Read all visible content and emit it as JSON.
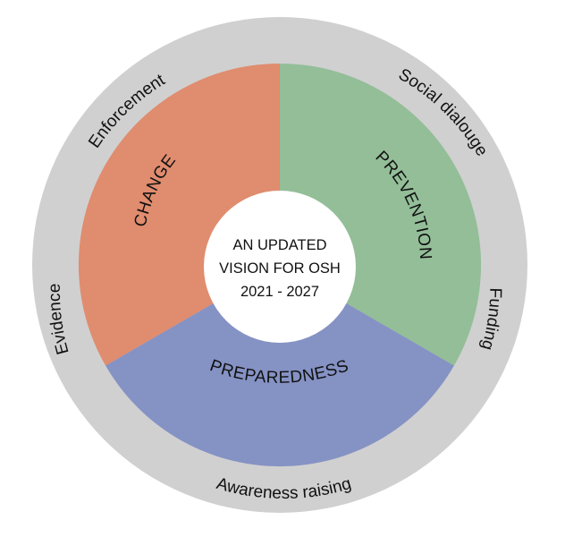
{
  "center": {
    "lines": [
      "AN UPDATED",
      "VISION FOR OSH",
      "2021 - 2027"
    ]
  },
  "segments": [
    {
      "label": "CHANGE",
      "color": "#E08C6E"
    },
    {
      "label": "PREVENTION",
      "color": "#93BE98"
    },
    {
      "label": "PREPAREDNESS",
      "color": "#8592C4"
    }
  ],
  "ring": {
    "color": "#D0D0D0",
    "labels": [
      "Enforcement",
      "Social dialouge",
      "Funding",
      "Awareness raising",
      "Evidence"
    ]
  }
}
